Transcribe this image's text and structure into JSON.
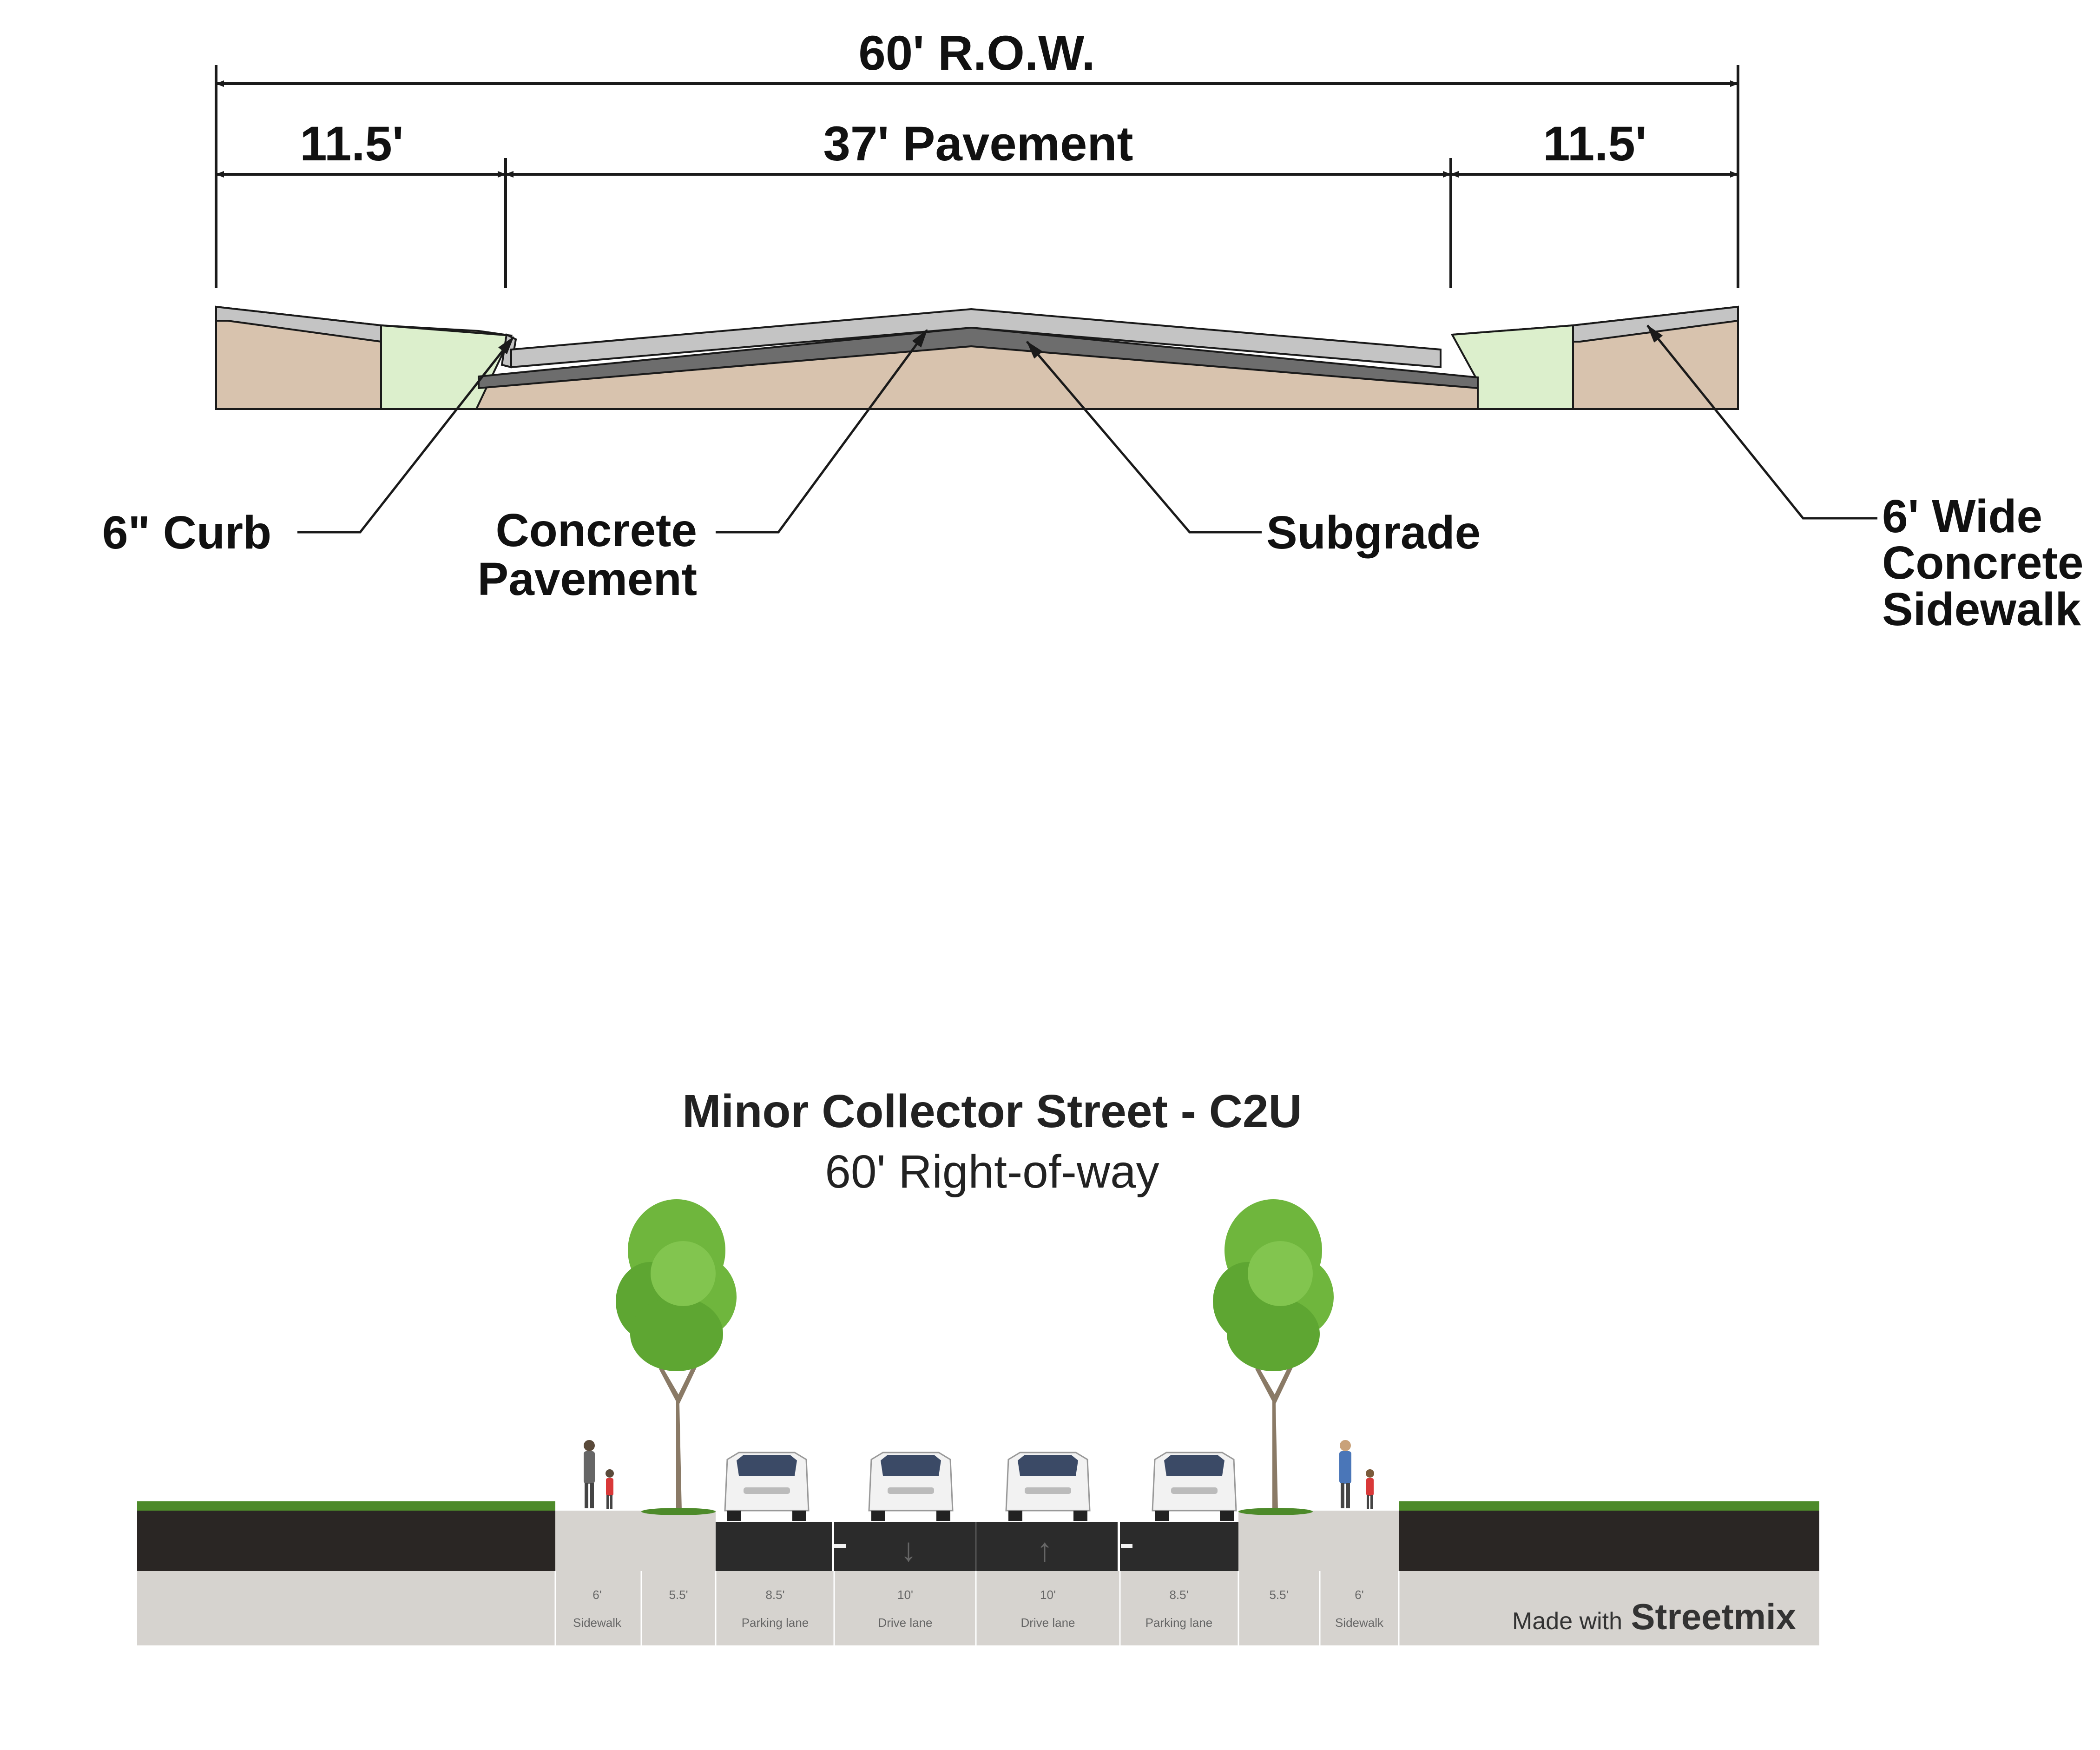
{
  "cross_section": {
    "dimensions": {
      "row": "60' R.O.W.",
      "left_side": "11.5'",
      "pavement": "37' Pavement",
      "right_side": "11.5'"
    },
    "labels": {
      "curb": "6\" Curb",
      "concrete_pavement_line1": "Concrete",
      "concrete_pavement_line2": "Pavement",
      "subgrade": "Subgrade",
      "sidewalk_line1": "6' Wide",
      "sidewalk_line2": "Concrete",
      "sidewalk_line3": "Sidewalk"
    },
    "colors": {
      "soil": "#d8c3ae",
      "planting_strip": "#dcefcc",
      "concrete": "#c4c4c4",
      "pavement_base": "#6d6d6d",
      "line": "#1a1a1a"
    }
  },
  "streetmix": {
    "title": "Minor Collector Street - C2U",
    "subtitle": "60' Right-of-way",
    "segments": [
      {
        "width": "6'",
        "name": "Sidewalk"
      },
      {
        "width": "5.5'",
        "name": ""
      },
      {
        "width": "8.5'",
        "name": "Parking lane"
      },
      {
        "width": "10'",
        "name": "Drive lane"
      },
      {
        "width": "10'",
        "name": "Drive lane"
      },
      {
        "width": "8.5'",
        "name": "Parking lane"
      },
      {
        "width": "5.5'",
        "name": ""
      },
      {
        "width": "6'",
        "name": "Sidewalk"
      }
    ],
    "made_with": "Made with",
    "brand": "Streetmix",
    "colors": {
      "grass": "#4d8a2a",
      "dirt": "#2a2624",
      "ground": "#d6d3cf",
      "road": "#2b2b2b",
      "tree_foliage": "#6fb63d",
      "tree_trunk": "#8a7a66",
      "car_body": "#f2f2f2",
      "car_window": "#3b4a66"
    }
  }
}
